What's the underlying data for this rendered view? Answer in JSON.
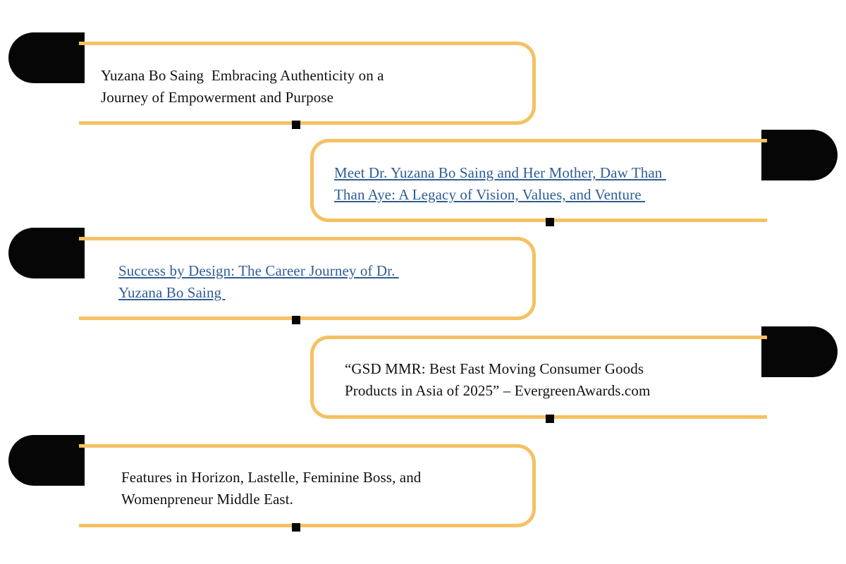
{
  "diagram": {
    "type": "zigzag-timeline",
    "background_color": "#ffffff",
    "accent_color": "#f5c163",
    "marker_color": "#060606",
    "link_color": "#2f5d94",
    "text_color": "#111111",
    "items": [
      {
        "id": "item-1",
        "side": "left",
        "is_link": false,
        "marker": "left-capsule",
        "lines": [
          "Yuzana Bo Saing  Embracing Authenticity on a",
          "Journey of Empowerment and Purpose"
        ],
        "text": "Yuzana Bo Saing  Embracing Authenticity on a Journey of Empowerment and Purpose"
      },
      {
        "id": "item-2",
        "side": "right",
        "is_link": true,
        "marker": "right-capsule",
        "lines": [
          "Meet Dr. Yuzana Bo Saing and Her Mother, Daw Than ",
          "Than Aye: A Legacy of Vision, Values, and Venture "
        ],
        "text": "Meet Dr. Yuzana Bo Saing and Her Mother, Daw Than Than Aye: A Legacy of Vision, Values, and Venture"
      },
      {
        "id": "item-3",
        "side": "left",
        "is_link": true,
        "marker": "left-capsule",
        "lines": [
          "Success by Design: The Career Journey of Dr. ",
          "Yuzana Bo Saing "
        ],
        "text": "Success by Design: The Career Journey of Dr. Yuzana Bo Saing"
      },
      {
        "id": "item-4",
        "side": "right",
        "is_link": false,
        "marker": "right-capsule",
        "lines": [
          "“GSD MMR: Best Fast Moving Consumer Goods",
          "Products in Asia of 2025” – EvergreenAwards.com"
        ],
        "text": "“GSD MMR: Best Fast Moving Consumer Goods Products in Asia of 2025” – EvergreenAwards.com"
      },
      {
        "id": "item-5",
        "side": "left",
        "is_link": false,
        "marker": "left-capsule",
        "lines": [
          "Features in Horizon, Lastelle, Feminine Boss, and",
          "Womenpreneur Middle East."
        ],
        "text": "Features in Horizon, Lastelle, Feminine Boss, and Womenpreneur Middle East."
      }
    ]
  }
}
